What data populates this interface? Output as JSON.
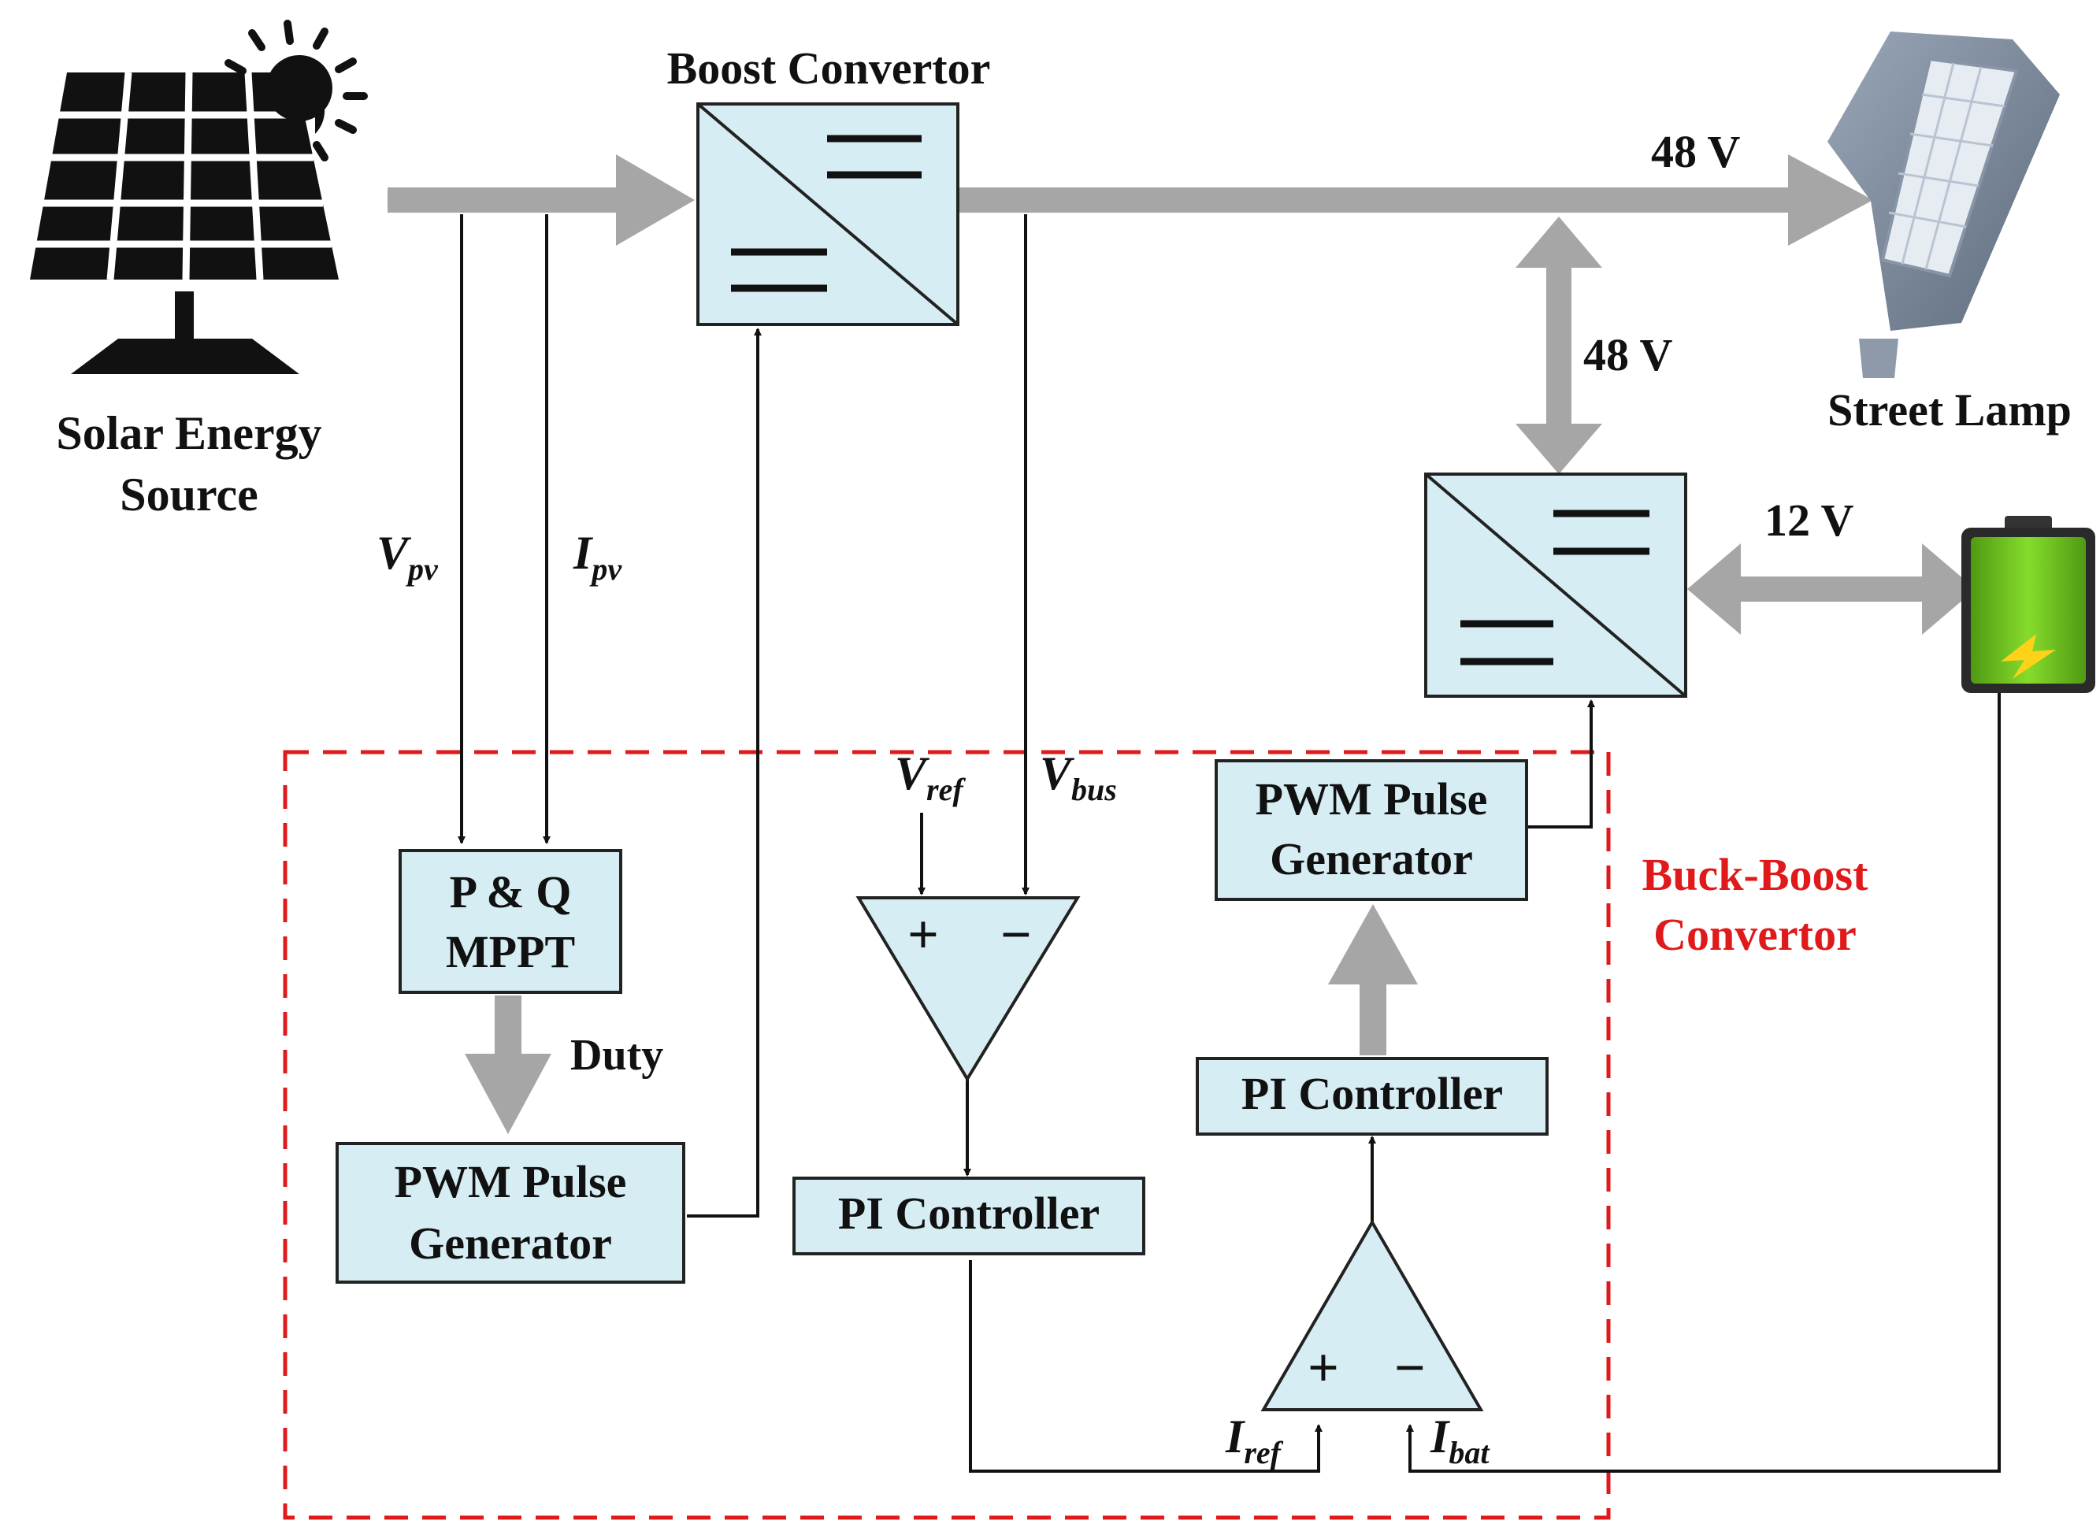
{
  "labels": {
    "boost_title": "Boost Convertor",
    "v48_top": "48 V",
    "v48_mid": "48 V",
    "v12": "12 V",
    "street_lamp": "Street Lamp",
    "solar_line1": "Solar Energy",
    "solar_line2": "Source",
    "vpv_main": "V",
    "vpv_sub": "pv",
    "ipv_main": "I",
    "ipv_sub": "pv",
    "vref_main": "V",
    "vref_sub": "ref",
    "vbus_main": "V",
    "vbus_sub": "bus",
    "iref_main": "I",
    "iref_sub": "ref",
    "ibat_main": "I",
    "ibat_sub": "bat",
    "duty": "Duty",
    "buckboost_line1": "Buck-Boost",
    "buckboost_line2": "Convertor"
  },
  "blocks": {
    "mppt_line1": "P & Q",
    "mppt_line2": "MPPT",
    "pwm_left_line1": "PWM Pulse",
    "pwm_left_line2": "Generator",
    "pi_mid": "PI Controller",
    "pi_right": "PI Controller",
    "pwm_right_line1": "PWM Pulse",
    "pwm_right_line2": "Generator",
    "plus": "+",
    "minus": "−"
  },
  "colors": {
    "block_fill": "#d6edf3",
    "power_arrow": "#a6a6a6",
    "dashed_border": "#e0191b",
    "battery_green": "#6cc21a"
  }
}
